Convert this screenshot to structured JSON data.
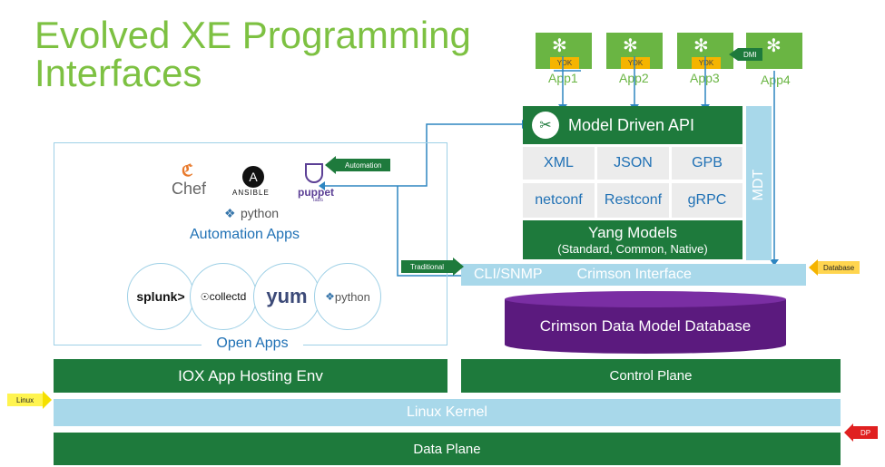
{
  "title": {
    "line1": "Evolved XE Programming",
    "line2": "Interfaces"
  },
  "apps": [
    {
      "label": "App1",
      "tag": "YDK"
    },
    {
      "label": "App2",
      "tag": "YDK"
    },
    {
      "label": "App3",
      "tag": "YDK"
    },
    {
      "label": "App4",
      "tag": "DMI"
    }
  ],
  "model_driven_api": "Model Driven API",
  "protocols": [
    "XML",
    "JSON",
    "GPB",
    "netconf",
    "Restconf",
    "gRPC"
  ],
  "mdt": "MDT",
  "yang": {
    "title": "Yang Models",
    "subtitle": "(Standard, Common, Native)"
  },
  "crimson_interface": {
    "cli": "CLI/SNMP",
    "iface": "Crimson Interface"
  },
  "crimson_db": "Crimson Data Model Database",
  "automation": {
    "tools": [
      "Chef",
      "ANSIBLE",
      "puppet",
      "labs",
      "python"
    ],
    "label": "Automation Apps"
  },
  "open_apps": {
    "items": [
      "splunk>",
      "collectd",
      "yum",
      "python"
    ],
    "label": "Open Apps"
  },
  "arrows": {
    "automation": "Automation",
    "traditional": "Traditional",
    "database": "Database",
    "linux": "Linux",
    "dp": "DP"
  },
  "iox": "IOX App Hosting Env",
  "control_plane": "Control Plane",
  "linux_kernel": "Linux Kernel",
  "data_plane": "Data Plane",
  "colors": {
    "green_dark": "#1e7a3c",
    "green_light": "#6ab543",
    "title_green": "#7dc142",
    "light_blue": "#a8d8ea",
    "purple": "#5b1a7e",
    "blue_text": "#2071b5"
  }
}
